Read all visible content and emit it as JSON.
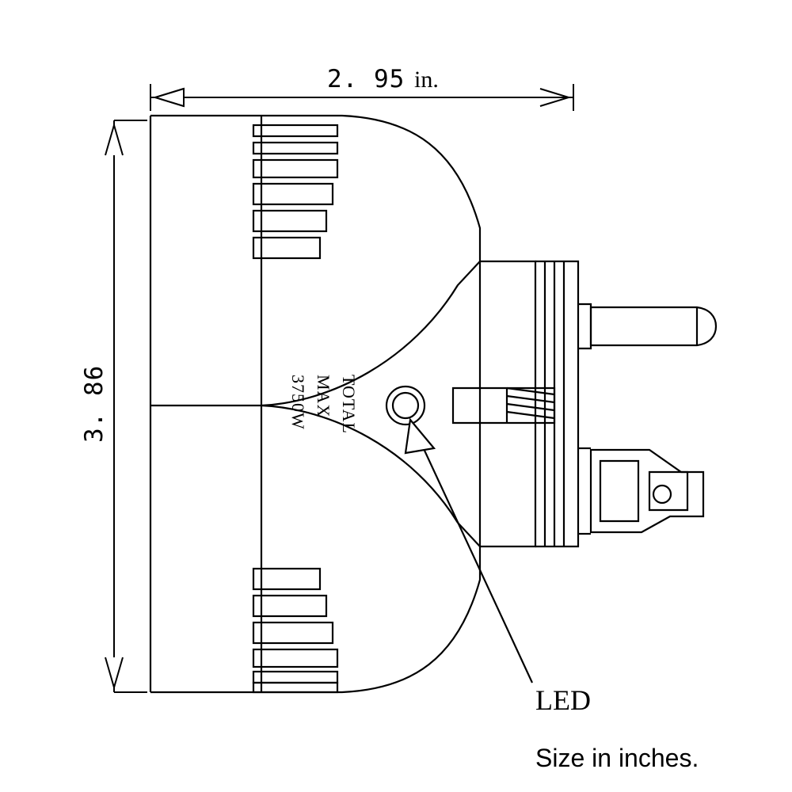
{
  "diagram": {
    "title": "Outlet adapter dimensional drawing",
    "dimensions": {
      "width_value": "2. 95",
      "width_unit": "in.",
      "height_value": "3. 86"
    },
    "annotations": {
      "led_label": "LED",
      "size_note": "Size in inches."
    },
    "body_markings": {
      "line1": "TOTAL",
      "line2": "MAX",
      "line3": "3750W"
    },
    "colors": {
      "stroke": "#000000",
      "background": "#ffffff"
    }
  }
}
